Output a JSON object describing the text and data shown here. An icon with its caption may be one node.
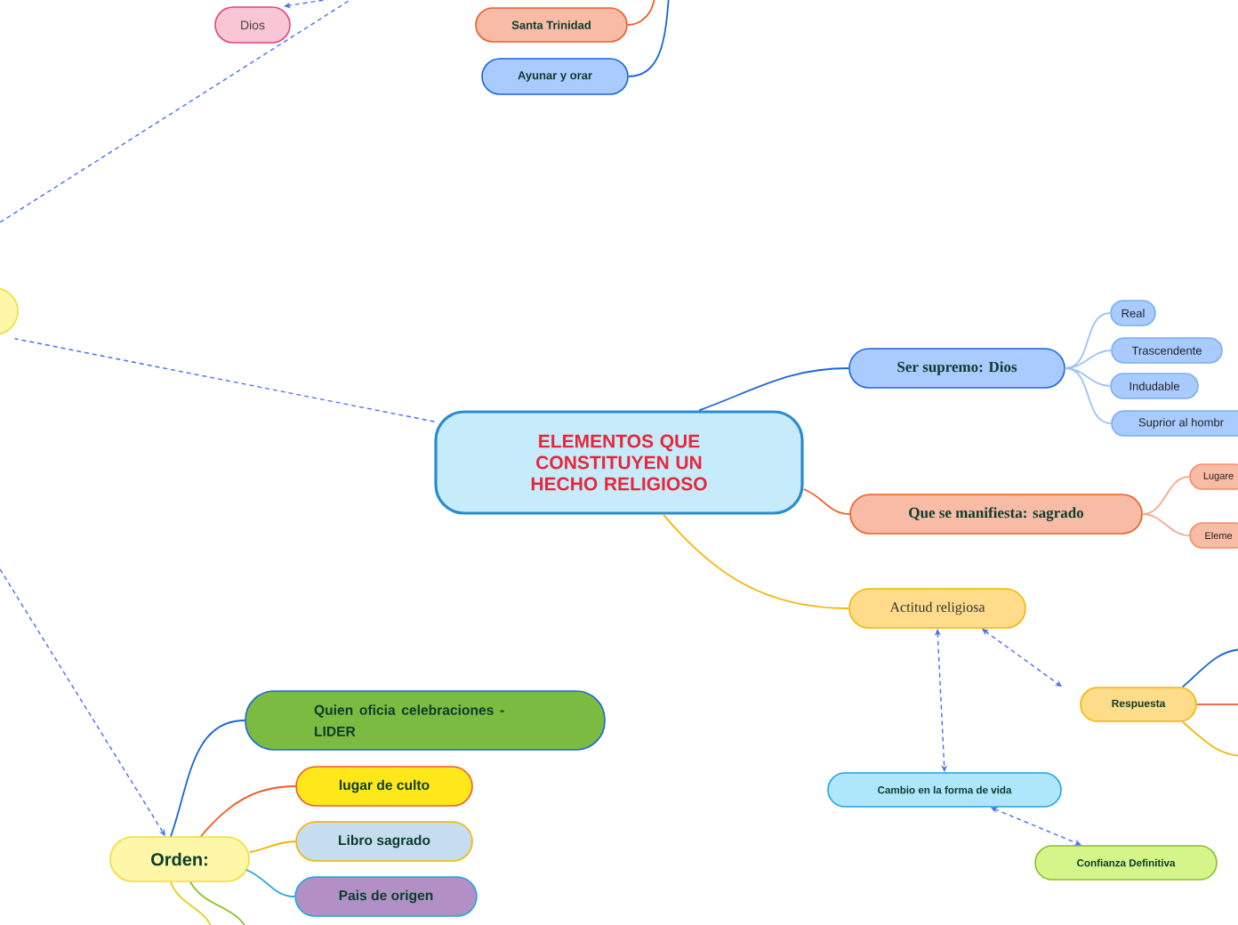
{
  "diagram": {
    "nodes": [
      {
        "text": [
          "Dios"
        ]
      },
      {
        "text": [
          "Santa Trinidad"
        ]
      },
      {
        "text": [
          "Ayunar y orar"
        ]
      },
      {
        "text": [],
        "shape": "box"
      },
      {
        "text": [
          "ELEMENTOS QUE CONSTITUYEN UN HECHO RELIGIOSO"
        ]
      },
      {
        "text": [
          "Ser supremo: Dios"
        ]
      },
      {
        "text": [
          "Real"
        ]
      },
      {
        "text": [
          "Trascendente"
        ]
      },
      {
        "text": [
          "Indudable"
        ]
      },
      {
        "text": [
          "Suprior al hombr"
        ]
      },
      {
        "text": [
          "Que se manifiesta: sagrado"
        ]
      },
      {
        "text": [
          "Lugare"
        ]
      },
      {
        "text": [
          "Eleme"
        ]
      },
      {
        "text": [
          "Actitud religiosa"
        ]
      },
      {
        "text": [
          "Respuesta"
        ]
      },
      {
        "text": [
          "Cambio en la forma de vida"
        ]
      },
      {
        "text": [
          "Confianza Definitiva"
        ]
      },
      {
        "text": [
          "Orden:"
        ]
      },
      {
        "text": [
          "Quien oficia celebraciones - LIDER"
        ]
      },
      {
        "text": [
          "lugar de culto"
        ]
      },
      {
        "text": [
          "Libro sagrado"
        ]
      },
      {
        "text": [
          "Pais de origen"
        ]
      }
    ],
    "edges": [
      {
        "from": 4,
        "to": 5,
        "arrow": "none",
        "color": "#1a66d9"
      },
      {
        "from": 4,
        "to": 10,
        "arrow": "none",
        "color": "#f15a24"
      },
      {
        "from": 4,
        "to": 13,
        "arrow": "none",
        "color": "#f5b400"
      },
      {
        "from": 5,
        "to": 6,
        "arrow": "none",
        "color": "#9cc3f5"
      },
      {
        "from": 5,
        "to": 7,
        "arrow": "none",
        "color": "#9cc3f5"
      },
      {
        "from": 5,
        "to": 8,
        "arrow": "none",
        "color": "#9cc3f5"
      },
      {
        "from": 5,
        "to": 9,
        "arrow": "none",
        "color": "#9cc3f5"
      },
      {
        "from": 10,
        "to": 11,
        "arrow": "none",
        "color": "#f8a88c"
      },
      {
        "from": 10,
        "to": 12,
        "arrow": "none",
        "color": "#f8a88c"
      },
      {
        "from": 14,
        "to": null,
        "arrow": "none",
        "color": "#1a66d9"
      },
      {
        "from": 14,
        "to": null,
        "arrow": "none",
        "color": "#f26b4a"
      },
      {
        "from": 14,
        "to": null,
        "arrow": "none",
        "color": "#f5b400"
      },
      {
        "from": 13,
        "to": 14,
        "arrow": "both",
        "style": "dashed",
        "color": "#4a6ef5"
      },
      {
        "from": 13,
        "to": 15,
        "arrow": "both",
        "style": "dashed",
        "color": "#4a6ef5"
      },
      {
        "from": 15,
        "to": 16,
        "arrow": "both",
        "style": "dashed",
        "color": "#4a6ef5"
      },
      {
        "from": 17,
        "to": 18,
        "arrow": "none",
        "color": "#1a66d9"
      },
      {
        "from": 17,
        "to": 19,
        "arrow": "none",
        "color": "#f15a24"
      },
      {
        "from": 17,
        "to": 20,
        "arrow": "none",
        "color": "#f5b400"
      },
      {
        "from": 17,
        "to": 21,
        "arrow": "none",
        "color": "#1ea5e6"
      },
      {
        "from": 17,
        "to": null,
        "arrow": "none",
        "color": "#e6cf1a"
      },
      {
        "from": 17,
        "to": null,
        "arrow": "none",
        "color": "#8bbf2a"
      },
      {
        "from": 4,
        "to": 3,
        "arrow": "none",
        "style": "dashed",
        "color": "#4a6ef5"
      },
      {
        "from": null,
        "to": 17,
        "arrow": "to",
        "style": "dashed",
        "color": "#4a6ef5"
      },
      {
        "from": null,
        "to": 0,
        "arrow": "to",
        "style": "dashed",
        "color": "#4a6ef5"
      },
      {
        "from": null,
        "to": 1,
        "arrow": "none",
        "color": "#f15a24"
      },
      {
        "from": null,
        "to": 2,
        "arrow": "none",
        "color": "#1a66d9"
      }
    ]
  }
}
